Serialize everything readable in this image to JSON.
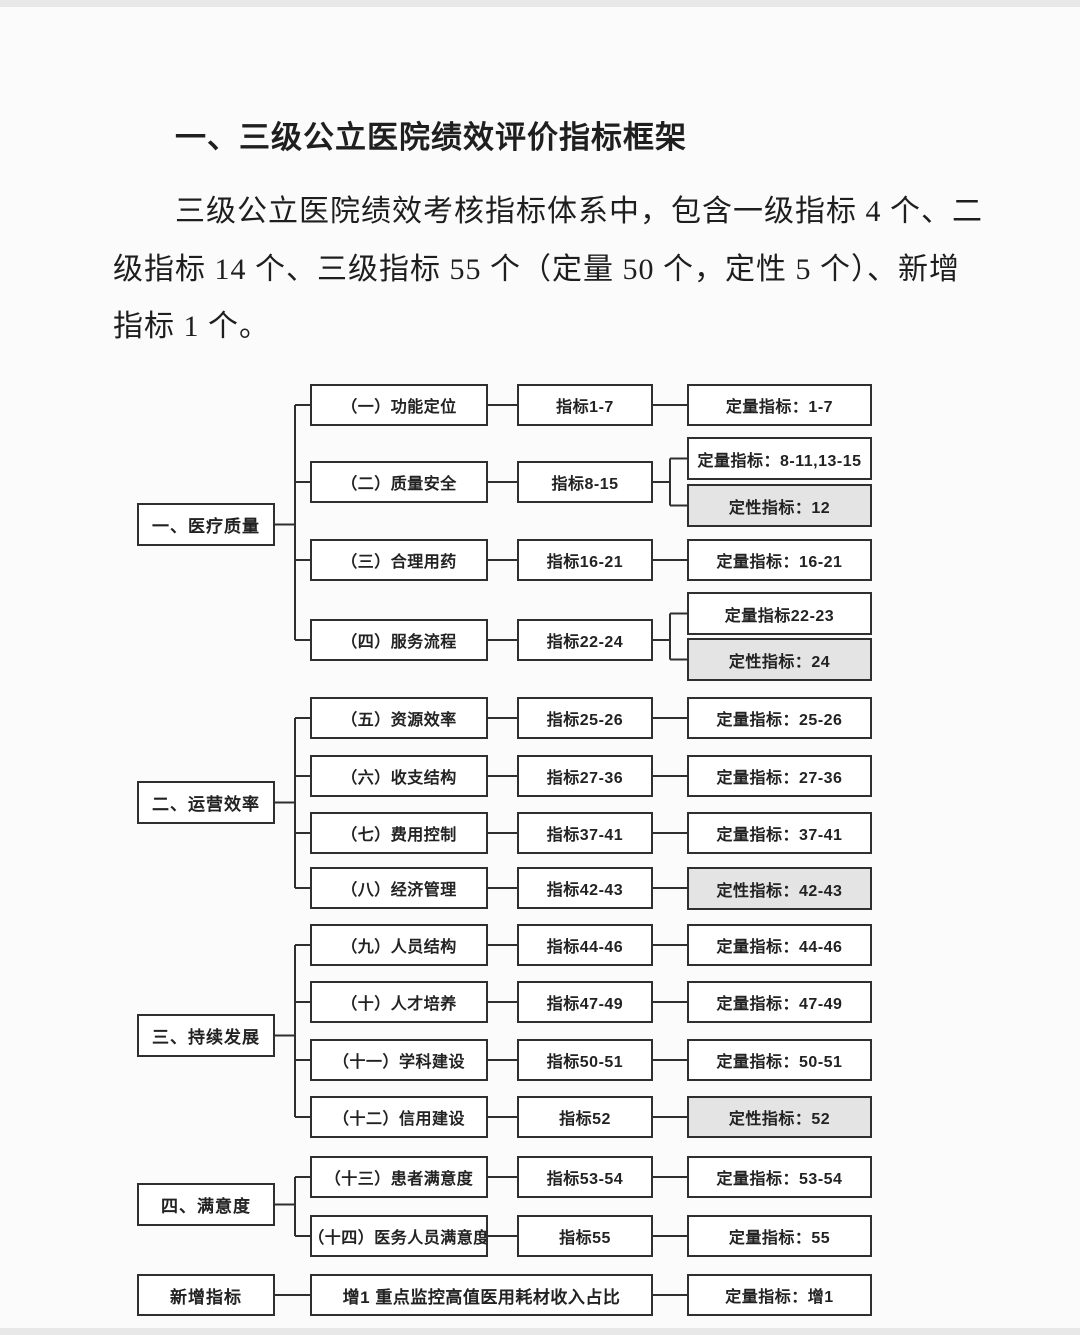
{
  "page": {
    "title": "一、三级公立医院绩效评价指标框架",
    "paragraph_lines": [
      "三级公立医院绩效考核指标体系中，包含一级指标 4 个、二",
      "级指标 14 个、三级指标 55 个（定量 50 个，定性 5 个）、新增",
      "指标 1 个。"
    ]
  },
  "colors": {
    "box_border": "#2f2f2f",
    "qualitative_fill": "#e4e4e4",
    "quantitative_fill": "#ffffff"
  },
  "diagram": {
    "level1_boxes": [
      {
        "label": "一、医疗质量"
      },
      {
        "label": "二、运营效率"
      },
      {
        "label": "三、持续发展"
      },
      {
        "label": "四、满意度"
      },
      {
        "label": "新增指标"
      }
    ],
    "rows": [
      {
        "level2": "（一）功能定位",
        "level3": "指标1-7",
        "level4": [
          {
            "label": "定量指标：1-7",
            "type": "quantitative"
          }
        ]
      },
      {
        "level2": "（二）质量安全",
        "level3": "指标8-15",
        "level4": [
          {
            "label": "定量指标：8-11,13-15",
            "type": "quantitative"
          },
          {
            "label": "定性指标：12",
            "type": "qualitative"
          }
        ]
      },
      {
        "level2": "（三）合理用药",
        "level3": "指标16-21",
        "level4": [
          {
            "label": "定量指标：16-21",
            "type": "quantitative"
          }
        ]
      },
      {
        "level2": "（四）服务流程",
        "level3": "指标22-24",
        "level4": [
          {
            "label": "定量指标22-23",
            "type": "quantitative"
          },
          {
            "label": "定性指标：24",
            "type": "qualitative"
          }
        ]
      },
      {
        "level2": "（五）资源效率",
        "level3": "指标25-26",
        "level4": [
          {
            "label": "定量指标：25-26",
            "type": "quantitative"
          }
        ]
      },
      {
        "level2": "（六）收支结构",
        "level3": "指标27-36",
        "level4": [
          {
            "label": "定量指标：27-36",
            "type": "quantitative"
          }
        ]
      },
      {
        "level2": "（七）费用控制",
        "level3": "指标37-41",
        "level4": [
          {
            "label": "定量指标：37-41",
            "type": "quantitative"
          }
        ]
      },
      {
        "level2": "（八）经济管理",
        "level3": "指标42-43",
        "level4": [
          {
            "label": "定性指标：42-43",
            "type": "qualitative"
          }
        ]
      },
      {
        "level2": "（九）人员结构",
        "level3": "指标44-46",
        "level4": [
          {
            "label": "定量指标：44-46",
            "type": "quantitative"
          }
        ]
      },
      {
        "level2": "（十）人才培养",
        "level3": "指标47-49",
        "level4": [
          {
            "label": "定量指标：47-49",
            "type": "quantitative"
          }
        ]
      },
      {
        "level2": "（十一）学科建设",
        "level3": "指标50-51",
        "level4": [
          {
            "label": "定量指标：50-51",
            "type": "quantitative"
          }
        ]
      },
      {
        "level2": "（十二）信用建设",
        "level3": "指标52",
        "level4": [
          {
            "label": "定性指标：52",
            "type": "qualitative"
          }
        ]
      },
      {
        "level2": "（十三）患者满意度",
        "level3": "指标53-54",
        "level4": [
          {
            "label": "定量指标：53-54",
            "type": "quantitative"
          }
        ]
      },
      {
        "level2": "（十四）医务人员满意度",
        "level3": "指标55",
        "level4": [
          {
            "label": "定量指标：55",
            "type": "quantitative"
          }
        ]
      }
    ],
    "new_indicator": {
      "middle_label": "增1 重点监控高值医用耗材收入占比",
      "level4_label": "定量指标：增1"
    }
  }
}
